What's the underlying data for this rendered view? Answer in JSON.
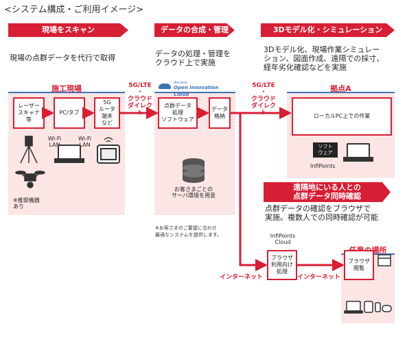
{
  "title": "<システム構成・ご利用イメージ>",
  "banners": {
    "scan": "現場をスキャン",
    "process": "データの合成・管理",
    "model": "3Dモデル化・シミュレーション",
    "remote": "遠隔地にいる人との\n点群データ同時確認"
  },
  "descriptions": {
    "scan": "現場の点群データを代行で取得",
    "process": "データの処理・管理を\nクラウド上で実施",
    "model": "3Dモデル化、現場作業シミュレー\nション、図面作成、遠隔での採寸、\n経年劣化確認などを実施",
    "remote": "点群データの確認をブラウザで\n実施。複数人での同時確認が可能"
  },
  "panels": {
    "site": "施工現場",
    "base": "拠点A",
    "anywhere": "任意の場所"
  },
  "site": {
    "laser": "レーザー\nスキャナ\n等",
    "pc": "PC/タブ",
    "router": "5G\nルータ\n端末\nなど",
    "wifi_left": "Wi-Fi\nLAN",
    "wifi_right": "Wi-Fi\nLAN",
    "drone_note": "※推奨機器\nあり"
  },
  "cloud": {
    "logo_small": "docomo",
    "logo": "Open Innovation Cloud",
    "software": "点群データ\n処理\nソフトウェア",
    "storage": "データ\n格納",
    "server": "お客さまごとの\nサーバ環境を用意",
    "note": "※お客さまのご要望に合わせ\n最適なシステムを提供します。"
  },
  "links": {
    "link1": "5G/LTE\n・\nクラウド\nダイレクト",
    "link2": "5G/LTE\n・\nクラウド\nダイレクト",
    "internet1": "インターネット",
    "internet2": "インターネット"
  },
  "base": {
    "local_pc": "ローカルPC上での作業",
    "software": "ソフト\nウェア",
    "infipoints": "InfiPoints"
  },
  "remote": {
    "cloud_label": "InfiPoints\nCloud",
    "browser_proc": "ブラウザ\n利用向け\n処理",
    "browser_view": "ブラウザ\n閲覧"
  },
  "colors": {
    "accent": "#d81e34",
    "panel": "#fbe5e5",
    "divider": "#3c73b8"
  }
}
